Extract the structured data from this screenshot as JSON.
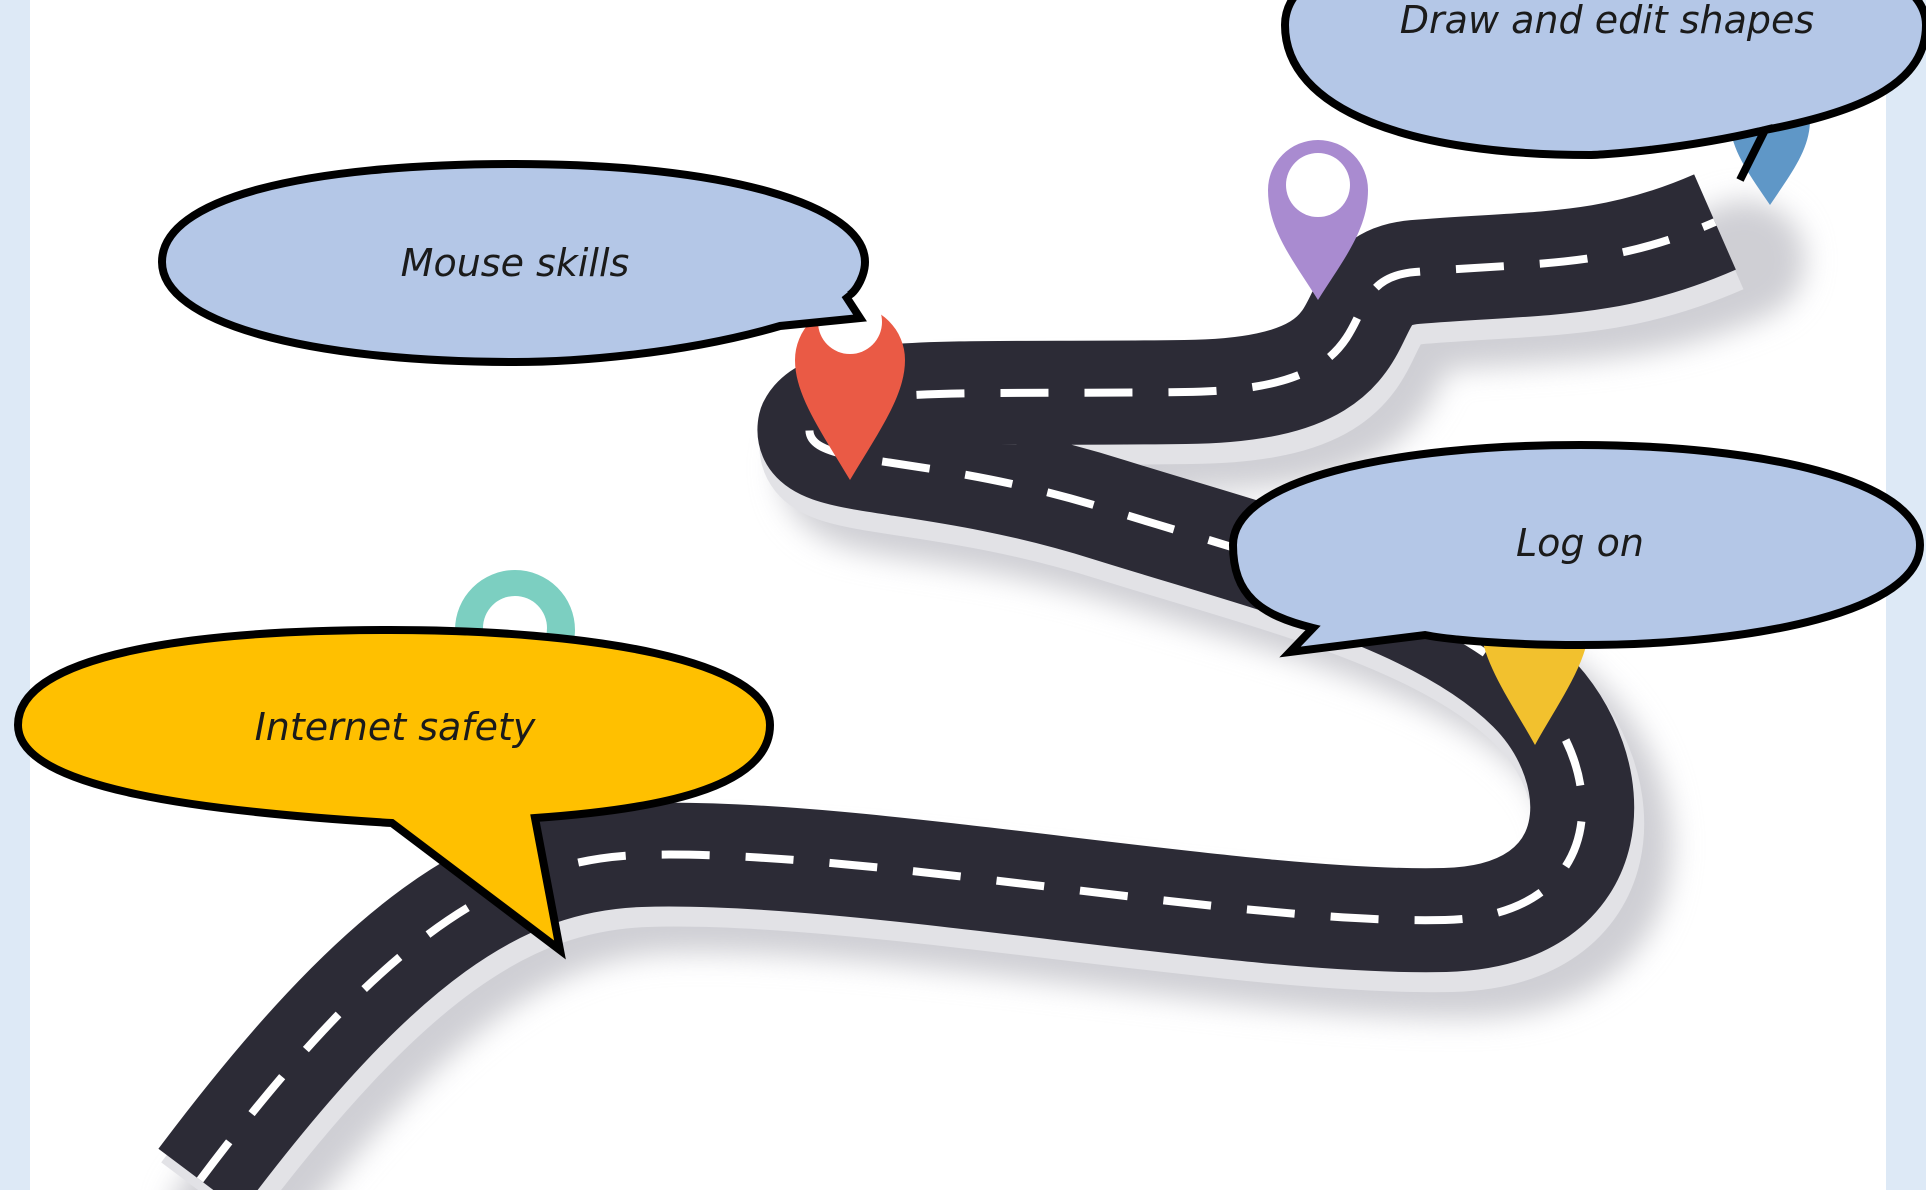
{
  "background_color": "#dde9f6",
  "road_color": "#2c2b36",
  "bubbles": {
    "internet_safety": {
      "label": "Internet safety",
      "color": "#ffc000"
    },
    "mouse_skills": {
      "label": "Mouse skills",
      "color": "#b4c7e7"
    },
    "log_on": {
      "label": "Log on",
      "color": "#b4c7e7"
    },
    "draw_shapes": {
      "label": "Draw and edit shapes",
      "color": "#b4c7e7"
    }
  },
  "pins": [
    {
      "icon": "teal-map-pin-icon",
      "color": "#7ccfc1"
    },
    {
      "icon": "red-map-pin-icon",
      "color": "#ea5a45"
    },
    {
      "icon": "purple-map-pin-icon",
      "color": "#a98bd0"
    },
    {
      "icon": "yellow-map-pin-icon",
      "color": "#f2c12e"
    },
    {
      "icon": "blue-map-pin-icon",
      "color": "#5f97c7"
    }
  ]
}
